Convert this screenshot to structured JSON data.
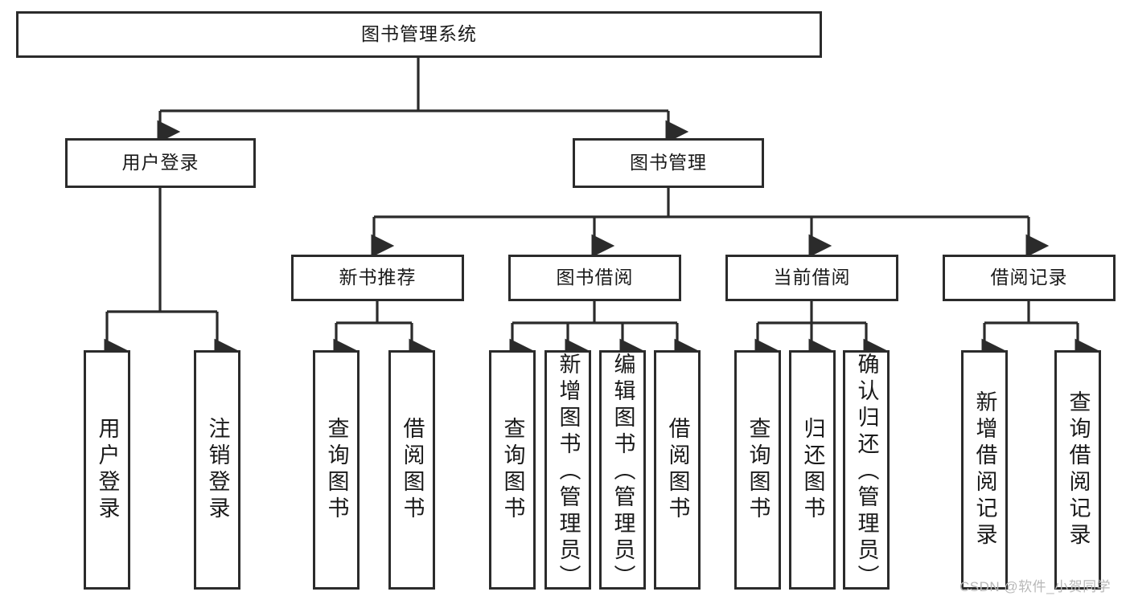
{
  "diagram": {
    "type": "hierarchy-tree",
    "title": "图书管理系统",
    "root": {
      "id": "root",
      "label": "图书管理系统"
    },
    "level2": [
      {
        "id": "user-login",
        "label": "用户登录"
      },
      {
        "id": "book-manage",
        "label": "图书管理"
      }
    ],
    "level3": [
      {
        "id": "new-book-recommend",
        "label": "新书推荐",
        "parent": "book-manage"
      },
      {
        "id": "book-borrow",
        "label": "图书借阅",
        "parent": "book-manage"
      },
      {
        "id": "current-borrow",
        "label": "当前借阅",
        "parent": "book-manage"
      },
      {
        "id": "borrow-record",
        "label": "借阅记录",
        "parent": "book-manage"
      }
    ],
    "leaves": [
      {
        "id": "leaf-user-login",
        "label": "用户登录",
        "parent": "user-login"
      },
      {
        "id": "leaf-logout",
        "label": "注销登录",
        "parent": "user-login"
      },
      {
        "id": "leaf-query-book-1",
        "label": "查询图书",
        "parent": "new-book-recommend"
      },
      {
        "id": "leaf-borrow-book-1",
        "label": "借阅图书",
        "parent": "new-book-recommend"
      },
      {
        "id": "leaf-query-book-2",
        "label": "查询图书",
        "parent": "book-borrow"
      },
      {
        "id": "leaf-add-book",
        "label": "新增图书（管理员）",
        "parent": "book-borrow"
      },
      {
        "id": "leaf-edit-book",
        "label": "编辑图书（管理员）",
        "parent": "book-borrow"
      },
      {
        "id": "leaf-borrow-book-2",
        "label": "借阅图书",
        "parent": "book-borrow"
      },
      {
        "id": "leaf-query-book-3",
        "label": "查询图书",
        "parent": "current-borrow"
      },
      {
        "id": "leaf-return-book",
        "label": "归还图书",
        "parent": "current-borrow"
      },
      {
        "id": "leaf-confirm-return",
        "label": "确认归还（管理员）",
        "parent": "current-borrow"
      },
      {
        "id": "leaf-add-record",
        "label": "新增借阅记录",
        "parent": "borrow-record"
      },
      {
        "id": "leaf-query-record",
        "label": "查询借阅记录",
        "parent": "borrow-record"
      }
    ]
  },
  "watermark": {
    "text": "CSDN @软件_小贺同学"
  },
  "colors": {
    "stroke": "#2b2b2b",
    "background": "#ffffff",
    "text": "#1a1a1a",
    "watermark": "#b8b8b8"
  }
}
